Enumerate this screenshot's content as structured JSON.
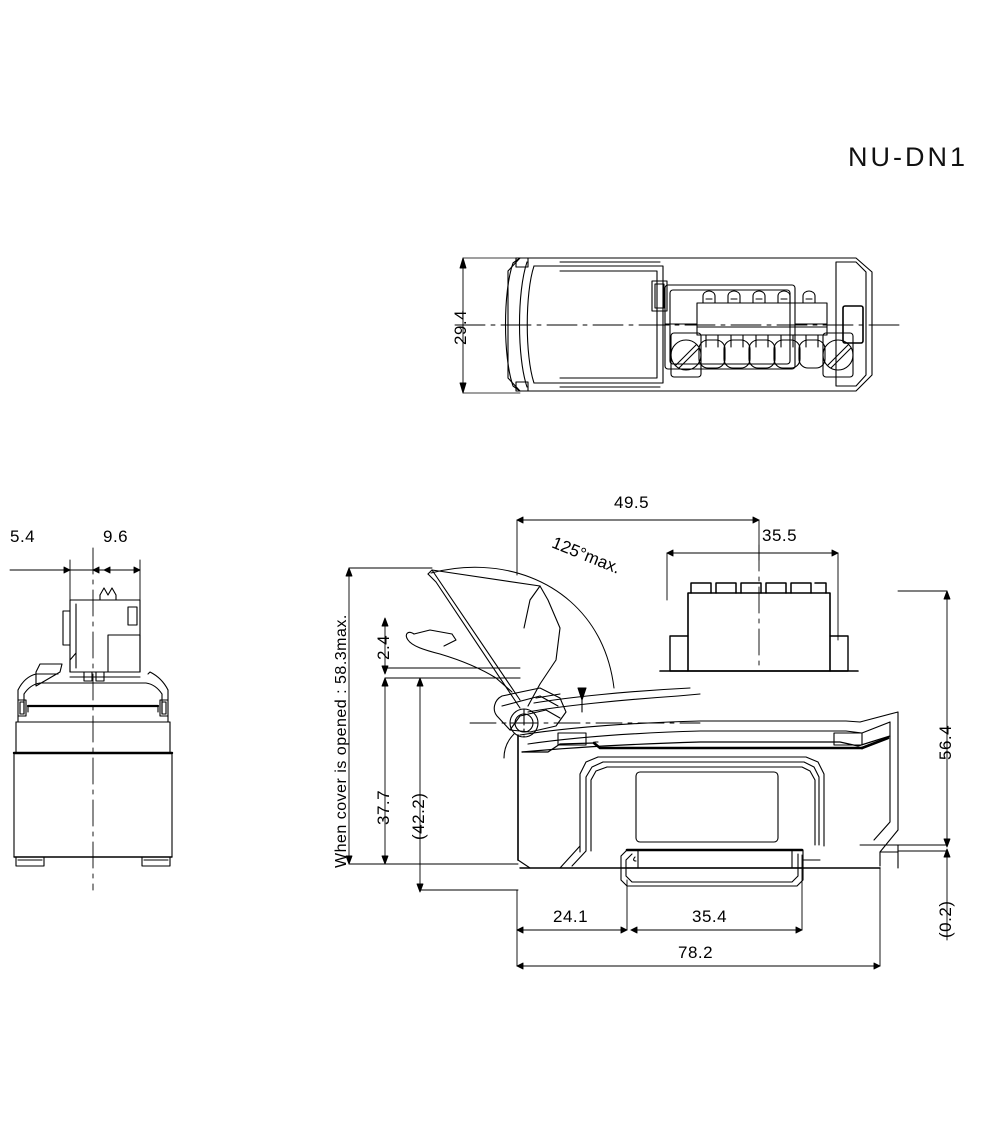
{
  "drawing": {
    "title": "NU-DN1",
    "units": "mm",
    "views": [
      {
        "name": "top-view",
        "label": ""
      },
      {
        "name": "front-view",
        "label": ""
      },
      {
        "name": "side-view",
        "label": ""
      }
    ]
  },
  "dimensions": {
    "top_height": "29.4",
    "front_left": "5.4",
    "front_right": "9.6",
    "side_top_total": "49.5",
    "side_top_right": "35.5",
    "cover_angle": "125°max.",
    "cover_note": "When cover is opened : 58.3max.",
    "small_top": "2.4",
    "body_height": "37.7",
    "body_height_ref": "(42.2)",
    "right_height": "56.4",
    "right_small": "(0.2)",
    "bottom_left": "24.1",
    "bottom_mid": "35.4",
    "bottom_total": "78.2"
  },
  "chart_data": {
    "type": "table",
    "title": "NU-DN1 dimensional drawing",
    "categories": [
      "top_height",
      "front_left",
      "front_right",
      "side_top_total",
      "side_top_right",
      "cover_angle",
      "cover_max_open",
      "small_top",
      "body_height",
      "body_height_ref",
      "right_height",
      "right_small",
      "bottom_left",
      "bottom_mid",
      "bottom_total"
    ],
    "values": [
      29.4,
      5.4,
      9.6,
      49.5,
      35.5,
      125,
      58.3,
      2.4,
      37.7,
      42.2,
      56.4,
      0.2,
      24.1,
      35.4,
      78.2
    ]
  }
}
